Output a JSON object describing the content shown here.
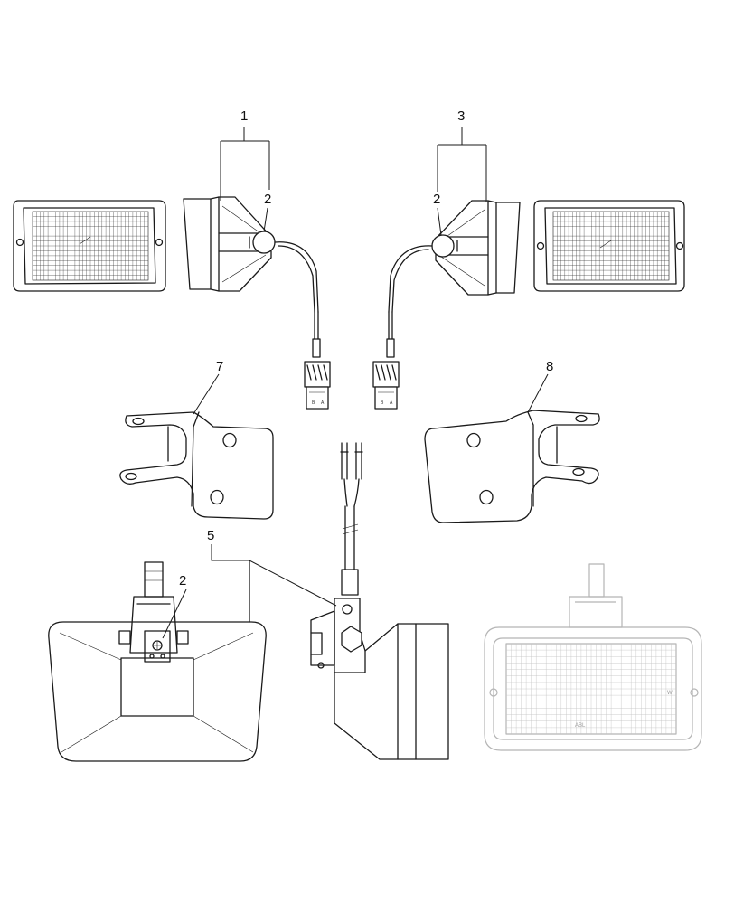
{
  "callouts": {
    "c1": "1",
    "c2a": "2",
    "c3": "3",
    "c2b": "2",
    "c7": "7",
    "c8": "8",
    "c5": "5",
    "c2c": "2"
  },
  "connector_pins": {
    "left_b": "B",
    "left_a": "A",
    "right_b": "B",
    "right_a": "A"
  },
  "ghost_lamp_marks": {
    "w": "W",
    "abl": "ABL"
  },
  "colors": {
    "line": "#1a1a1a",
    "ghost": "#b5b5b5",
    "background": "#ffffff"
  }
}
